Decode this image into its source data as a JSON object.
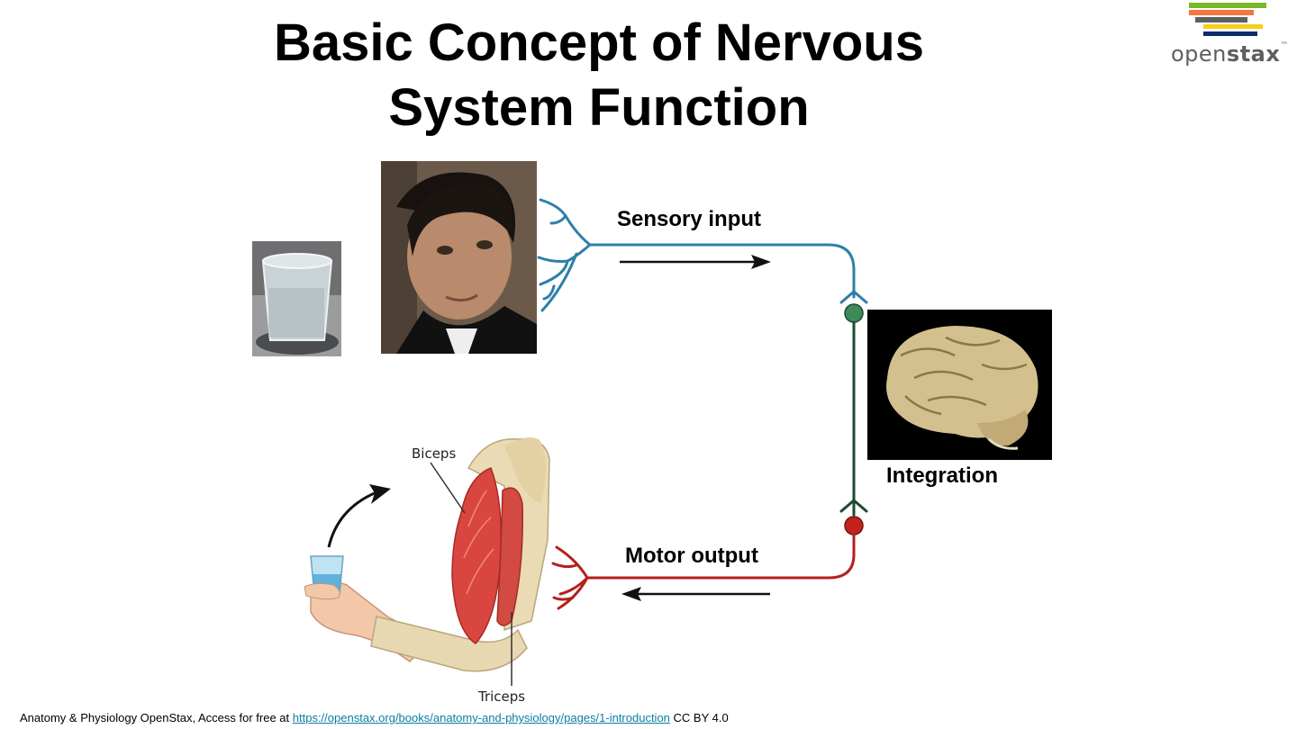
{
  "slide": {
    "title_line1": "Basic Concept of Nervous",
    "title_line2": "System Function"
  },
  "logo": {
    "brand_light": "open",
    "brand_bold": "stax",
    "trademark": "™"
  },
  "diagram": {
    "sensory_input": "Sensory input",
    "integration": "Integration",
    "motor_output": "Motor output",
    "biceps": "Biceps",
    "triceps": "Triceps"
  },
  "footer": {
    "prefix": "Anatomy & Physiology OpenStax, Access for free at ",
    "link": "https://openstax.org/books/anatomy-and-physiology/pages/1-introduction",
    "suffix": " CC BY 4.0"
  },
  "colors": {
    "sensory": "#2f7fa8",
    "integration": "#1e4a34",
    "motor": "#b3211d",
    "synapse_green": "#3f8a5a",
    "synapse_red": "#c0221c"
  }
}
